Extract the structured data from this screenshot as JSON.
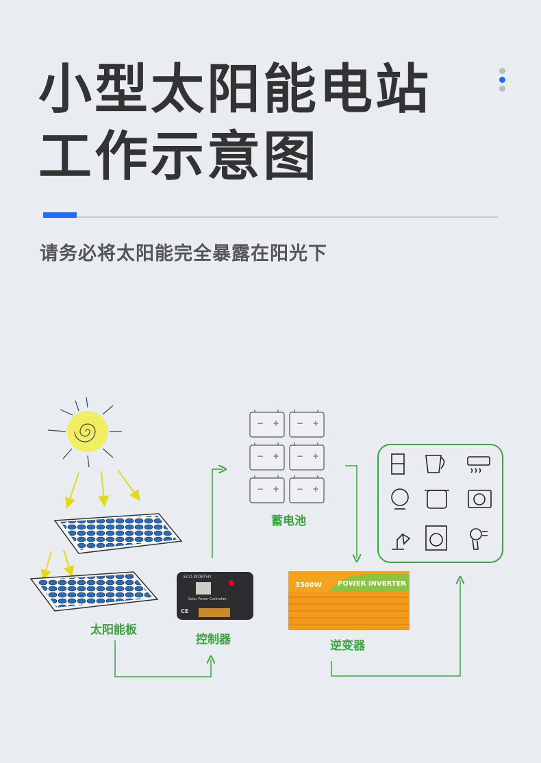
{
  "title": {
    "line1": "小型太阳能电站",
    "line2": "工作示意图"
  },
  "subtitle": "请务必将太阳能完全暴露在阳光下",
  "labels": {
    "panel": "太阳能板",
    "controller": "控制器",
    "battery": "蓄电池",
    "inverter": "逆变器"
  },
  "controller": {
    "brand": "ECO-WORTHY",
    "name": "Solar Power Controller",
    "mark": "CE"
  },
  "inverter": {
    "power": "3500W",
    "name": "POWER INVERTER"
  },
  "appliances": [
    "fridge-icon",
    "kettle-icon",
    "air-conditioner-icon",
    "fan-icon",
    "rice-cooker-icon",
    "camera-icon",
    "desk-lamp-icon",
    "washing-machine-icon",
    "hair-dryer-icon"
  ],
  "colors": {
    "accent": "#1a6dff",
    "green": "#3aa53a",
    "title": "#333333"
  }
}
